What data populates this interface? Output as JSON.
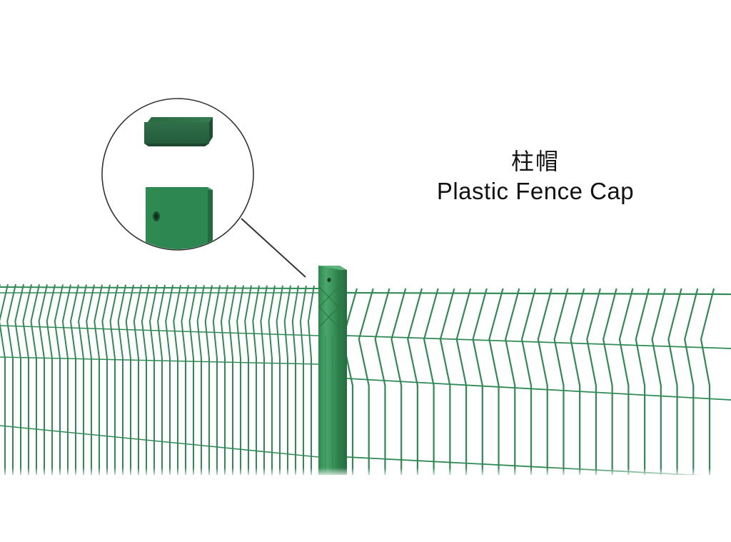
{
  "labels": {
    "chinese_title": "柱帽",
    "english_title": "Plastic Fence Cap"
  },
  "colors": {
    "fence_wire": "#2f8a55",
    "post_light": "#3f9a5e",
    "post_dark": "#2a7a47",
    "cap_top": "#2d6b46",
    "cap_side": "#245a3a",
    "callout_line": "#333333",
    "circle_outline": "#333333"
  },
  "icons": {
    "detail_magnifier": "zoom-callout-circle"
  }
}
